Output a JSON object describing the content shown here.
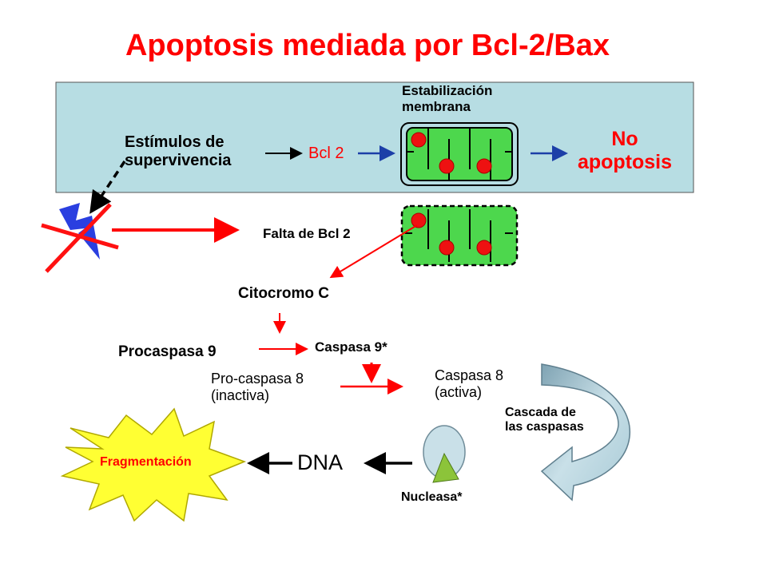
{
  "title": "Apoptosis mediada por Bcl-2/Bax",
  "survival_panel": {
    "stimuli": "Estímulos de\nsupervivencia",
    "bcl2": "Bcl 2",
    "membrane_label": "Estabilización\nmembrana",
    "outcome": "No\napoptosis"
  },
  "lack_of_bcl2": "Falta de Bcl 2",
  "cytochrome_c": "Citocromo C",
  "procaspase9": "Procaspasa 9",
  "caspase9": "Caspasa 9*",
  "procaspase8": "Pro-caspasa 8\n(inactiva)",
  "caspase8": "Caspasa 8\n(activa)",
  "cascade": "Cascada de\nlas caspasas",
  "nuclease": "Nucleasa*",
  "dna": "DNA",
  "fragmentation": "Fragmentación",
  "colors": {
    "title": "#ff0000",
    "panel": "#b7dde3",
    "membrane": "#4dd74d",
    "arrow_red": "#ff0000",
    "arrow_blue": "#1c3fa8",
    "star": "#ffff33",
    "cascade_arrow": "#a8cad6"
  }
}
